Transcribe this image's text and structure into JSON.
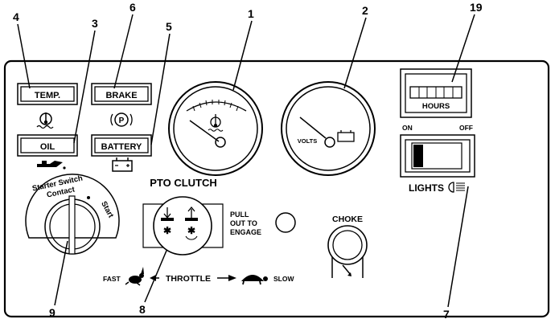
{
  "callouts": {
    "c1": "1",
    "c2": "2",
    "c3": "3",
    "c4": "4",
    "c5": "5",
    "c6": "6",
    "c7": "7",
    "c8": "8",
    "c9": "9",
    "c19": "19"
  },
  "indicators": {
    "temp": "TEMP.",
    "brake": "BRAKE",
    "oil": "OIL",
    "battery": "BATTERY"
  },
  "gauges": {
    "volts": "VOLTS"
  },
  "hour_meter": {
    "label": "HOURS"
  },
  "lights_switch": {
    "on": "ON",
    "off": "OFF",
    "label": "LIGHTS"
  },
  "starter": {
    "switch_line1": "Starter Switch",
    "switch_line2": "Contact",
    "start": "Start"
  },
  "pto": {
    "title": "PTO CLUTCH",
    "pull1": "PULL",
    "pull2": "OUT TO",
    "pull3": "ENGAGE"
  },
  "throttle": {
    "fast": "FAST",
    "label": "THROTTLE",
    "slow": "SLOW"
  },
  "choke": {
    "label": "CHOKE"
  }
}
